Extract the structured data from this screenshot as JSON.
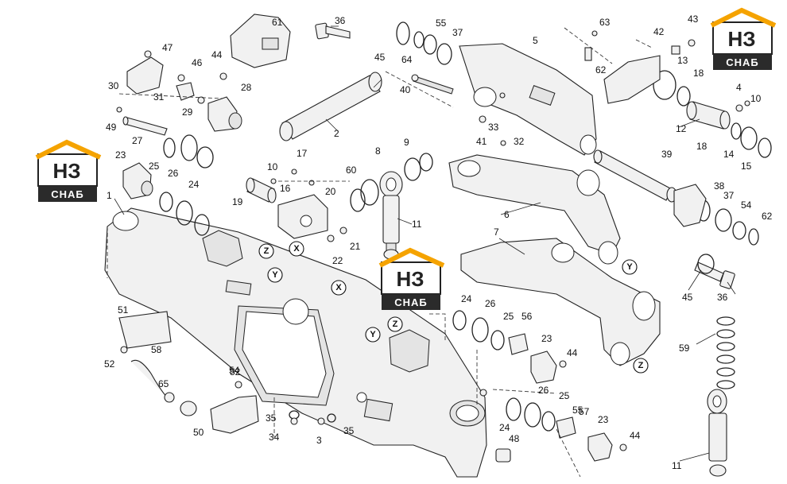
{
  "logo": {
    "letters": "НЗ",
    "subtitle": "СНАБ",
    "roof_color": "#f5a300",
    "band_color": "#2b2b2b"
  },
  "part_numbers": [
    "1",
    "2",
    "3",
    "4",
    "5",
    "6",
    "7",
    "8",
    "9",
    "10",
    "11",
    "12",
    "13",
    "14",
    "15",
    "16",
    "17",
    "18",
    "19",
    "20",
    "21",
    "22",
    "23",
    "24",
    "25",
    "26",
    "27",
    "28",
    "29",
    "30",
    "31",
    "32",
    "33",
    "34",
    "35",
    "36",
    "37",
    "38",
    "39",
    "40",
    "41",
    "42",
    "43",
    "44",
    "45",
    "46",
    "47",
    "48",
    "49",
    "50",
    "51",
    "52",
    "54",
    "55",
    "56",
    "57",
    "58",
    "59",
    "60",
    "61",
    "62",
    "63",
    "64",
    "65"
  ],
  "callouts": [
    "X",
    "Y",
    "Z"
  ]
}
